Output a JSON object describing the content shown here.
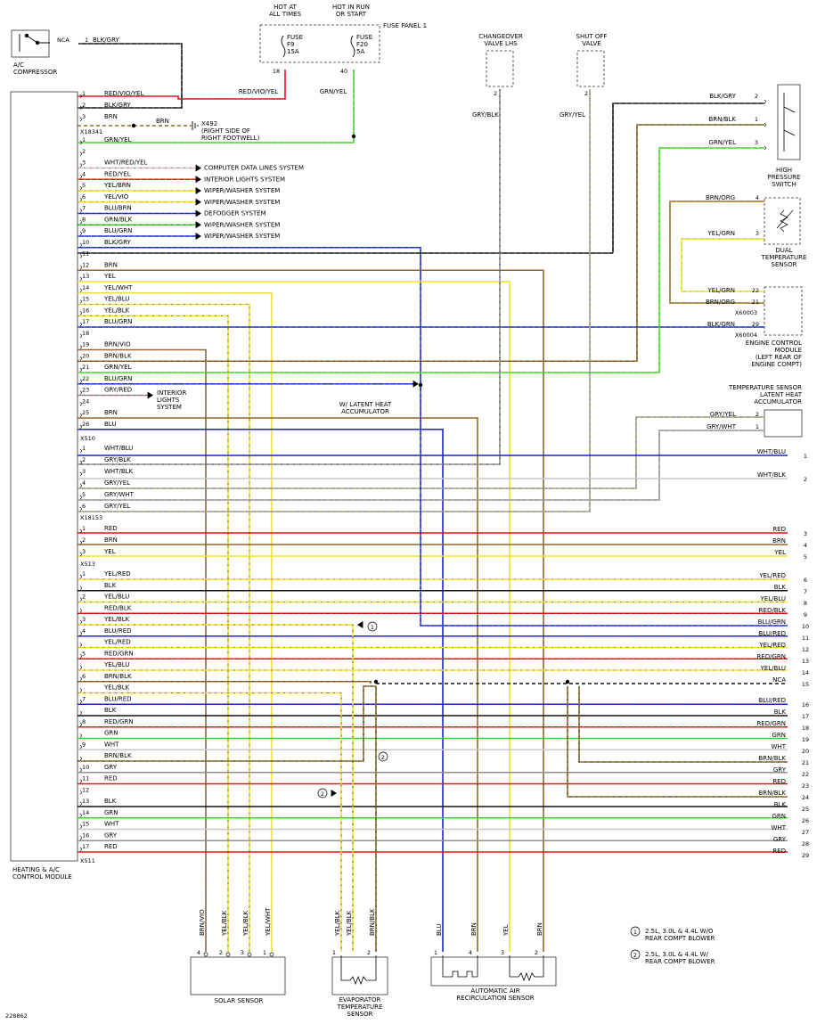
{
  "colors": {
    "RED": "#e8110f",
    "BRN": "#8b6a2b",
    "YEL": "#f2e12a",
    "BLK": "#111111",
    "BLU": "#1a22d8",
    "GRN": "#39d12b",
    "WHT": "#c8c8c8",
    "GRY": "#8f8f8f",
    "ORG": "#f29a1f",
    "VIO": "#c23ac8",
    "DGRN": "#0d8a66"
  },
  "labels": {
    "hot_all_times": [
      "HOT AT",
      "ALL TIMES"
    ],
    "hot_run_start": [
      "HOT IN RUN",
      "OR START"
    ],
    "fuse_panel": "FUSE PANEL 1",
    "fuse_f9": [
      "FUSE",
      "F9",
      "15A"
    ],
    "fuse_f20": [
      "FUSE",
      "F20",
      "5A"
    ],
    "fuse_f9_pin": "18",
    "fuse_f20_pin": "40",
    "changeover": [
      "CHANGEOVER",
      "VALVE LHS"
    ],
    "shutoff": [
      "SHUT OFF",
      "VALVE"
    ],
    "ac_compressor": [
      "A/C",
      "COMPRESSOR"
    ],
    "nca": "NCA",
    "hp_switch": [
      "HIGH",
      "PRESSURE",
      "SWITCH"
    ],
    "dual_temp": [
      "DUAL",
      "TEMPERATURE",
      "SENSOR"
    ],
    "ecm": [
      "ENGINE CONTROL",
      "MODULE",
      "(LEFT REAR OF",
      "ENGINE COMPT)"
    ],
    "x60003": "X60003",
    "x60004": "X60004",
    "latent_sensor": [
      "TEMPERATURE SENSOR",
      "LATENT HEAT",
      "ACCUMULATOR"
    ],
    "w_latent": [
      "W/ LATENT HEAT",
      "ACCUMULATOR"
    ],
    "interior_lights": [
      "INTERIOR",
      "LIGHTS",
      "SYSTEM"
    ],
    "x492": [
      "X492",
      "(RIGHT SIDE OF",
      "RIGHT FOOTWELL)"
    ],
    "control_module": [
      "HEATING & A/C",
      "CONTROL MODULE"
    ],
    "solar_sensor": "SOLAR SENSOR",
    "evap_sensor": [
      "EVAPORATOR",
      "TEMPERATURE",
      "SENSOR"
    ],
    "auto_air": [
      "AUTOMATIC AIR",
      "RECIRCULATION SENSOR"
    ],
    "note1": [
      "2.5L, 3.0L & 4.4L W/O",
      "REAR COMPT BLOWER"
    ],
    "note2": [
      "2.5L, 3.0L & 4.4L W/",
      "REAR COMPT BLOWER"
    ],
    "diagram_id": "228862",
    "connectors": [
      "X18341",
      "X510",
      "X18153",
      "X513",
      "X511"
    ],
    "arrow_systems": [
      "COMPUTER DATA LINES SYSTEM",
      "INTERIOR LIGHTS SYSTEM",
      "WIPER/WASHER SYSTEM",
      "WIPER/WASHER SYSTEM",
      "DEFOGGER SYSTEM",
      "WIPER/WASHER SYSTEM"
    ]
  },
  "top_wires": [
    {
      "pin": "1",
      "label": "RED/VIO/YEL"
    },
    {
      "pin": "2",
      "label": "BLK/GRY"
    },
    {
      "pin": "3",
      "label": "BRN"
    }
  ],
  "ac_wire": {
    "pin": "1",
    "label": "BLK/GRY"
  },
  "x18341_wires": [
    {
      "pin": "1",
      "label": "GRN/YEL"
    },
    {
      "pin": "2",
      "label": ""
    },
    {
      "pin": "3",
      "label": "WHT/RED/YEL"
    },
    {
      "pin": "4",
      "label": "RED/YEL"
    },
    {
      "pin": "5",
      "label": "YEL/BRN"
    },
    {
      "pin": "6",
      "label": "YEL/VIO"
    },
    {
      "pin": "7",
      "label": "BLU/BRN"
    },
    {
      "pin": "8",
      "label": "GRN/BLK"
    },
    {
      "pin": "9",
      "label": "BLU/GRN"
    },
    {
      "pin": "10",
      "label": "BLK/GRY"
    },
    {
      "pin": "11",
      "label": ""
    },
    {
      "pin": "12",
      "label": "BRN"
    },
    {
      "pin": "13",
      "label": "YEL"
    },
    {
      "pin": "14",
      "label": "YEL/WHT"
    },
    {
      "pin": "15",
      "label": "YEL/BLU"
    },
    {
      "pin": "16",
      "label": "YEL/BLK"
    },
    {
      "pin": "17",
      "label": "BLU/GRN"
    },
    {
      "pin": "18",
      "label": ""
    },
    {
      "pin": "19",
      "label": "BRN/VIO"
    },
    {
      "pin": "20",
      "label": "BRN/BLK"
    },
    {
      "pin": "21",
      "label": "GRN/YEL"
    },
    {
      "pin": "22",
      "label": "BLU/GRN"
    },
    {
      "pin": "23",
      "label": "GRY/RED"
    },
    {
      "pin": "24",
      "label": ""
    },
    {
      "pin": "25",
      "label": "BRN"
    },
    {
      "pin": "26",
      "label": "BLU"
    }
  ],
  "x510_wires": [
    {
      "pin": "1",
      "label": "WHT/BLU"
    },
    {
      "pin": "2",
      "label": "GRY/BLK"
    },
    {
      "pin": "3",
      "label": "WHT/BLK"
    },
    {
      "pin": "4",
      "label": "GRY/YEL"
    },
    {
      "pin": "5",
      "label": "GRY/WHT"
    },
    {
      "pin": "6",
      "label": "GRY/YEL"
    }
  ],
  "x18153_wires": [
    {
      "pin": "1",
      "label": "RED"
    },
    {
      "pin": "2",
      "label": "BRN"
    },
    {
      "pin": "3",
      "label": "YEL"
    }
  ],
  "x513_wires": [
    {
      "pin": "1",
      "label": "YEL/RED"
    },
    {
      "pin": "",
      "label": "BLK"
    },
    {
      "pin": "2",
      "label": "YEL/BLU"
    },
    {
      "pin": "",
      "label": "RED/BLK"
    },
    {
      "pin": "3",
      "label": "YEL/BLK"
    },
    {
      "pin": "4",
      "label": "BLU/RED"
    },
    {
      "pin": "",
      "label": "YEL/RED"
    },
    {
      "pin": "5",
      "label": "RED/GRN"
    },
    {
      "pin": "",
      "label": "YEL/BLU"
    },
    {
      "pin": "6",
      "label": "BRN/BLK"
    },
    {
      "pin": "",
      "label": "YEL/BLK"
    },
    {
      "pin": "7",
      "label": "BLU/RED"
    },
    {
      "pin": "",
      "label": "BLK"
    },
    {
      "pin": "8",
      "label": "RED/GRN"
    },
    {
      "pin": "",
      "label": "GRN"
    },
    {
      "pin": "9",
      "label": "WHT"
    },
    {
      "pin": "",
      "label": "BRN/BLK"
    },
    {
      "pin": "10",
      "label": "GRY"
    },
    {
      "pin": "11",
      "label": "RED"
    },
    {
      "pin": "12",
      "label": ""
    },
    {
      "pin": "13",
      "label": "BLK"
    },
    {
      "pin": "14",
      "label": "GRN"
    },
    {
      "pin": "15",
      "label": "WHT"
    },
    {
      "pin": "16",
      "label": "GRY"
    },
    {
      "pin": "17",
      "label": "RED"
    }
  ],
  "right_terminals": [
    {
      "num": "1",
      "label": "WHT/BLU"
    },
    {
      "num": "2",
      "label": "WHT/BLK"
    },
    {
      "num": "3",
      "label": "RED"
    },
    {
      "num": "4",
      "label": "BRN"
    },
    {
      "num": "5",
      "label": "YEL"
    },
    {
      "num": "6",
      "label": "YEL/RED"
    },
    {
      "num": "7",
      "label": "BLK"
    },
    {
      "num": "8",
      "label": "YEL/BLU"
    },
    {
      "num": "9",
      "label": "RED/BLK"
    },
    {
      "num": "10",
      "label": "BLU/GRN"
    },
    {
      "num": "11",
      "label": "BLU/RED"
    },
    {
      "num": "12",
      "label": "YEL/RED"
    },
    {
      "num": "13",
      "label": "RED/GRN"
    },
    {
      "num": "14",
      "label": "YEL/BLU"
    },
    {
      "num": "15",
      "label": "NCA"
    },
    {
      "num": "16",
      "label": "BLU/RED"
    },
    {
      "num": "17",
      "label": "BLK"
    },
    {
      "num": "18",
      "label": "RED/GRN"
    },
    {
      "num": "19",
      "label": "GRN"
    },
    {
      "num": "20",
      "label": "WHT"
    },
    {
      "num": "21",
      "label": "BRN/BLK"
    },
    {
      "num": "22",
      "label": "GRY"
    },
    {
      "num": "23",
      "label": "RED"
    },
    {
      "num": "24",
      "label": "BRN/BLK"
    },
    {
      "num": "25",
      "label": "BLK"
    },
    {
      "num": "26",
      "label": "GRN"
    },
    {
      "num": "27",
      "label": "WHT"
    },
    {
      "num": "28",
      "label": "GRY"
    },
    {
      "num": "29",
      "label": "RED"
    }
  ],
  "hp_switch_pins": [
    {
      "pin": "2",
      "label": "BLK/GRY"
    },
    {
      "pin": "1",
      "label": "BRN/BLK"
    },
    {
      "pin": "3",
      "label": "GRN/YEL"
    }
  ],
  "dual_temp_pins": [
    {
      "pin": "4",
      "label": "BRN/ORG"
    },
    {
      "pin": "3",
      "label": "YEL/GRN"
    }
  ],
  "ecm_pins": [
    {
      "pin": "22",
      "label": "YEL/GRN"
    },
    {
      "pin": "21",
      "label": "BRN/ORG"
    },
    {
      "pin": "29",
      "label": "BLK/GRN"
    }
  ],
  "latent_pins": [
    {
      "pin": "2",
      "label": "GRY/YEL"
    },
    {
      "pin": "1",
      "label": "GRY/WHT"
    }
  ],
  "valve_wires": {
    "changeover": {
      "pin": "2",
      "label": "GRY/BLK"
    },
    "shutoff": {
      "pin": "2",
      "label": "GRY/YEL"
    },
    "fuse_f9_wire": "RED/VIO/YEL",
    "fuse_f20_wire": "GRN/YEL",
    "x492_wire": "BRN"
  },
  "bottom_sensors": {
    "solar": [
      {
        "pin": "4",
        "label": "BRN/VIO"
      },
      {
        "pin": "2",
        "label": "YEL/BLK"
      },
      {
        "pin": "3",
        "label": "YEL/BLK"
      },
      {
        "pin": "1",
        "label": "YEL/WHT"
      }
    ],
    "evap": [
      {
        "pin": "1",
        "label": "YEL/BLK"
      },
      {
        "pin": "",
        "label": "YEL/BLK"
      },
      {
        "pin": "2",
        "label": "BRN/BLK"
      }
    ],
    "auto_air": [
      {
        "pin": "1",
        "label": "BLU"
      },
      {
        "pin": "4",
        "label": "BRN"
      },
      {
        "pin": "3",
        "label": "YEL"
      },
      {
        "pin": "2",
        "label": "BRN"
      }
    ]
  },
  "callouts": [
    "1",
    "2"
  ]
}
